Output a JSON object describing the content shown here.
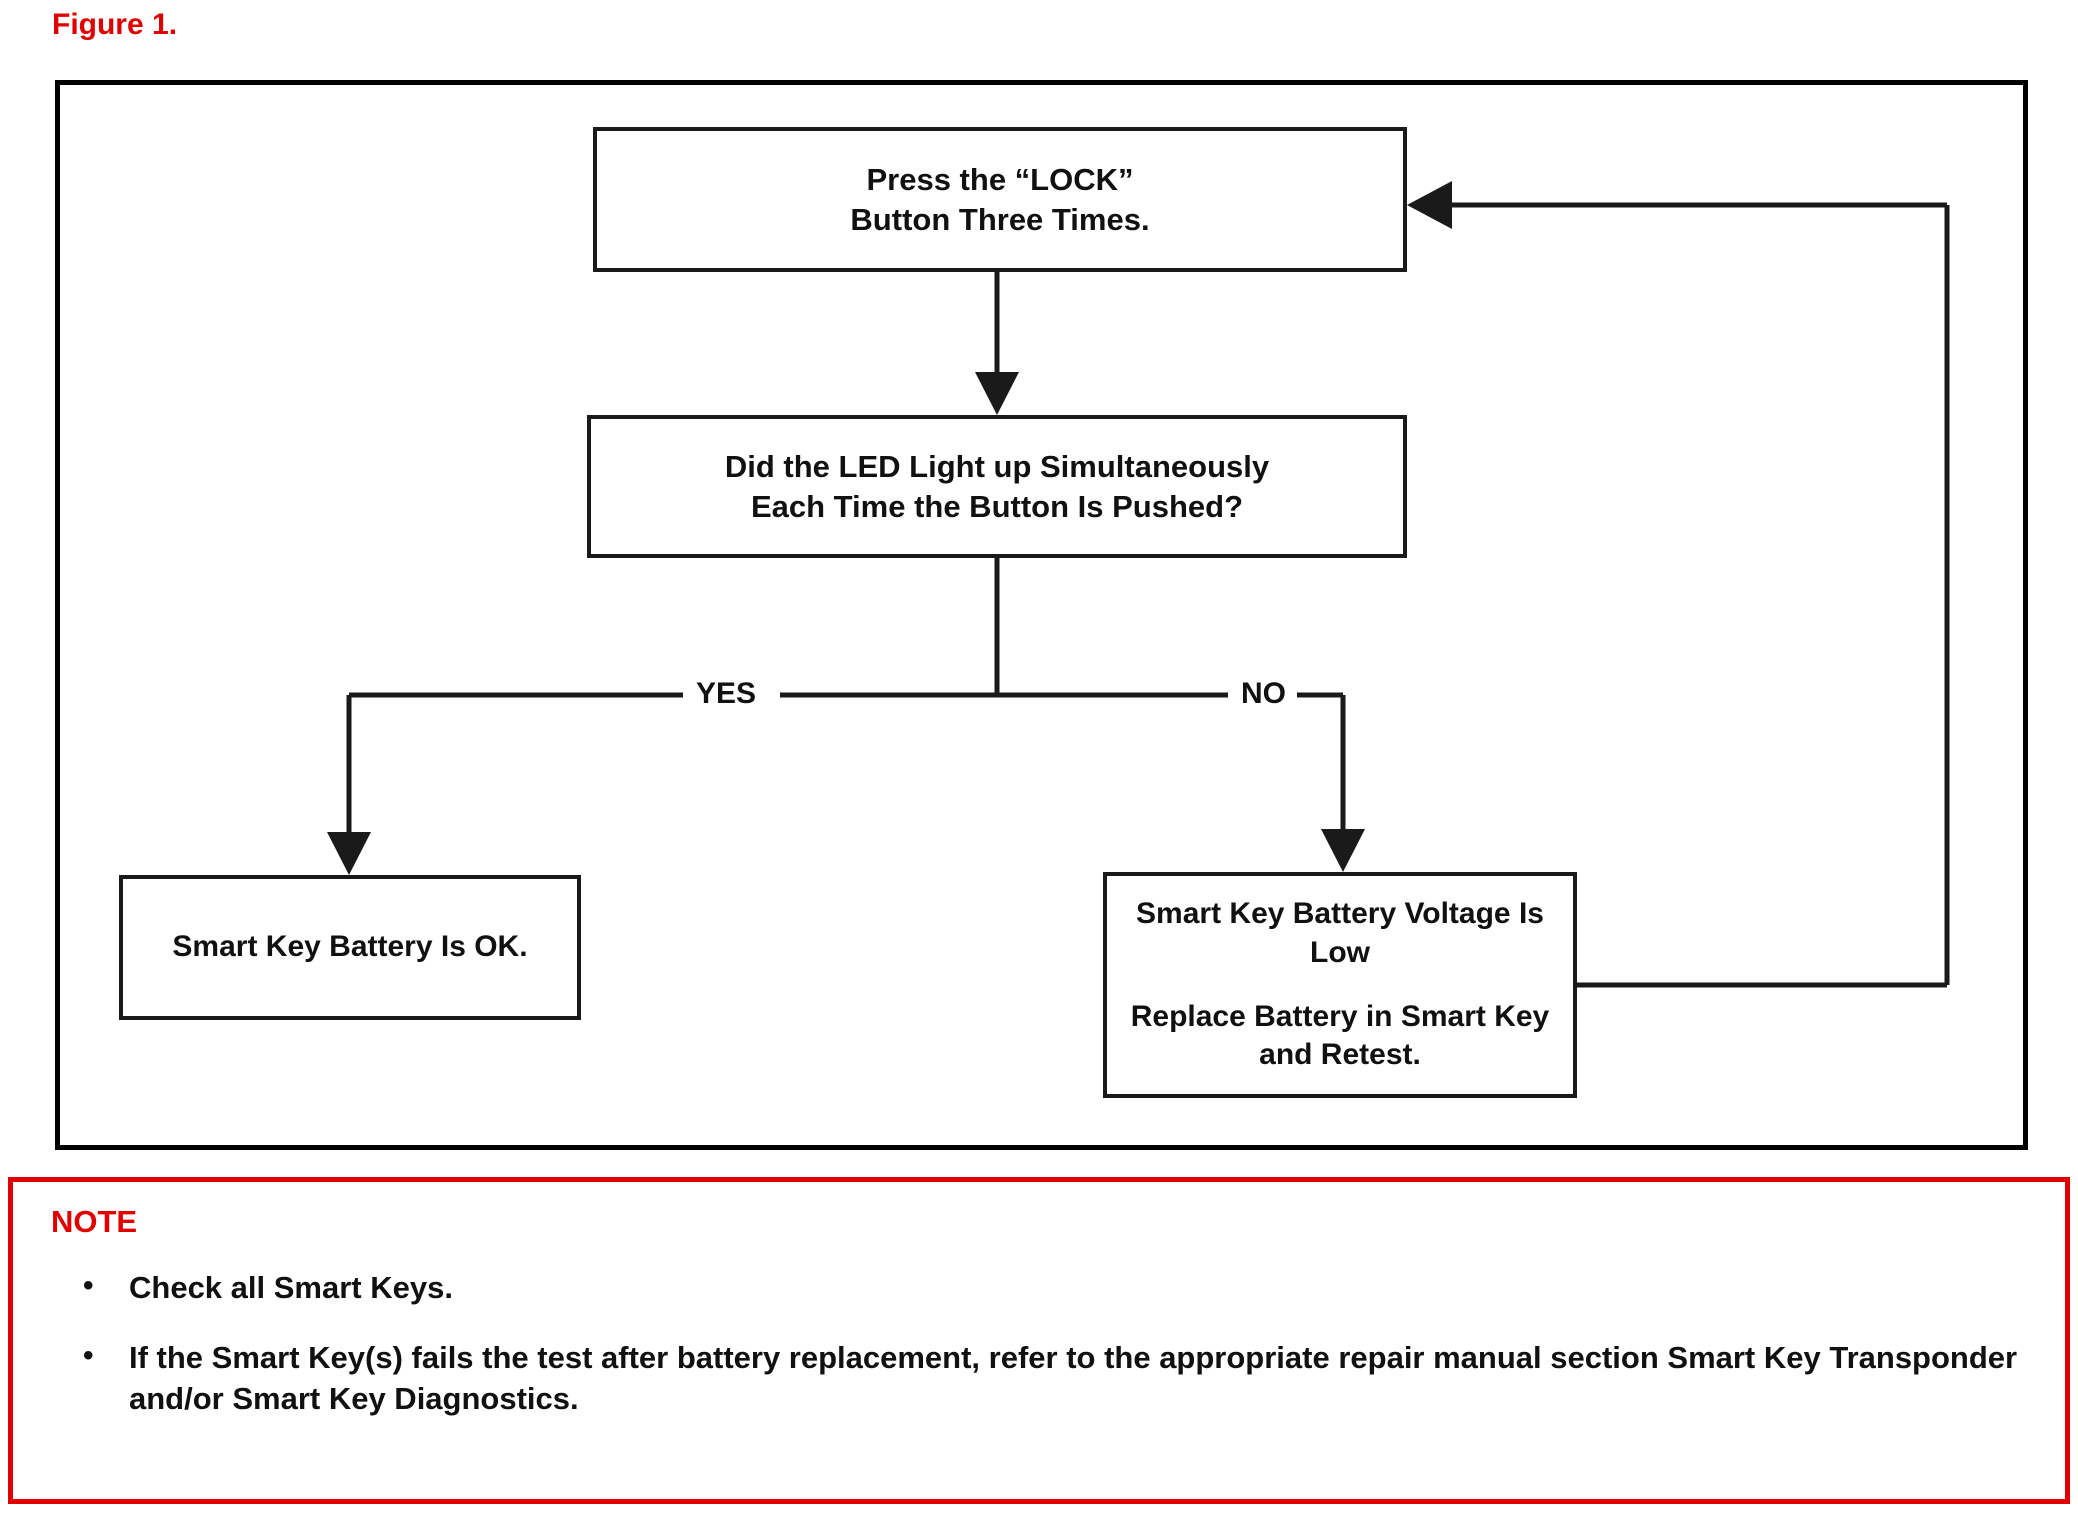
{
  "figure": {
    "label": "Figure 1."
  },
  "flowchart": {
    "nodes": [
      {
        "id": "start",
        "text": "Press the “LOCK”\nButton Three Times."
      },
      {
        "id": "decision",
        "text": "Did the LED Light up Simultaneously\nEach Time the Button Is Pushed?"
      },
      {
        "id": "ok",
        "text": "Smart Key Battery Is OK."
      },
      {
        "id": "low",
        "line1": "Smart Key Battery Voltage Is Low",
        "line2": "Replace Battery in Smart Key\nand Retest."
      }
    ],
    "start_line1": "Press the “LOCK”",
    "start_line2": "Button Three Times.",
    "decision_line1": "Did the LED Light up Simultaneously",
    "decision_line2": "Each Time the Button Is Pushed?",
    "ok_text": "Smart Key Battery Is OK.",
    "low_line1": "Smart Key Battery Voltage Is Low",
    "low_line2": "Replace Battery in Smart Key",
    "low_line3": "and Retest.",
    "branch_yes": "YES",
    "branch_no": "NO",
    "line_color": "#1a1a1a"
  },
  "note": {
    "title": "NOTE",
    "title_color": "#e00000",
    "border_color": "#e00000",
    "bullet_glyph": "•",
    "items": [
      "Check all Smart Keys.",
      "If the Smart Key(s) fails the test after battery replacement, refer to the appropriate repair manual section Smart Key Transponder and/or Smart Key Diagnostics."
    ]
  }
}
